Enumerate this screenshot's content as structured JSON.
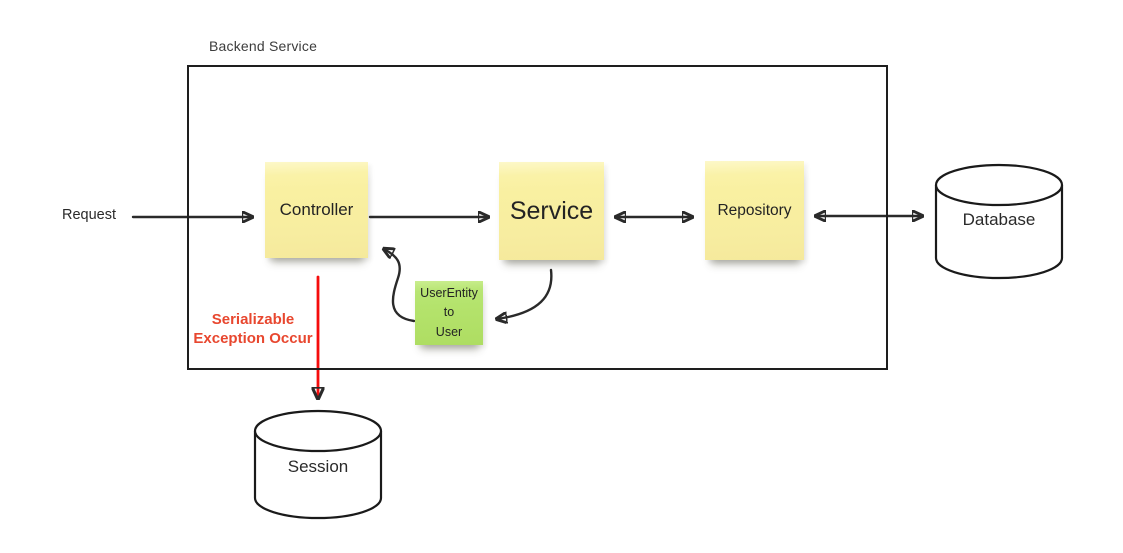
{
  "diagram": {
    "container_title": "Backend Service",
    "request_label": "Request",
    "nodes": {
      "controller": {
        "label": "Controller"
      },
      "service": {
        "label": "Service"
      },
      "repository": {
        "label": "Repository"
      },
      "database": {
        "label": "Database"
      },
      "session": {
        "label": "Session"
      },
      "mapping_note": {
        "lines": [
          "UserEntity",
          "to",
          "User"
        ]
      }
    },
    "error": {
      "line1": "Serializable",
      "line2": "Exception Occur"
    },
    "edges": [
      {
        "name": "request-to-controller",
        "direction": "one-way"
      },
      {
        "name": "controller-to-service",
        "direction": "one-way"
      },
      {
        "name": "service-repository",
        "direction": "two-way"
      },
      {
        "name": "repository-database",
        "direction": "two-way"
      },
      {
        "name": "service-to-mapping-note",
        "direction": "one-way"
      },
      {
        "name": "mapping-note-to-controller",
        "direction": "one-way"
      },
      {
        "name": "controller-to-session-exception",
        "direction": "one-way"
      }
    ],
    "colors": {
      "sticky_yellow": "#f9f0a1",
      "sticky_green": "#b4e36c",
      "arrow_dark": "#2a2a2a",
      "box_border": "#1e1e1e",
      "error_text_red": "#e8472f",
      "error_arrow_red": "#f50d0d"
    }
  }
}
